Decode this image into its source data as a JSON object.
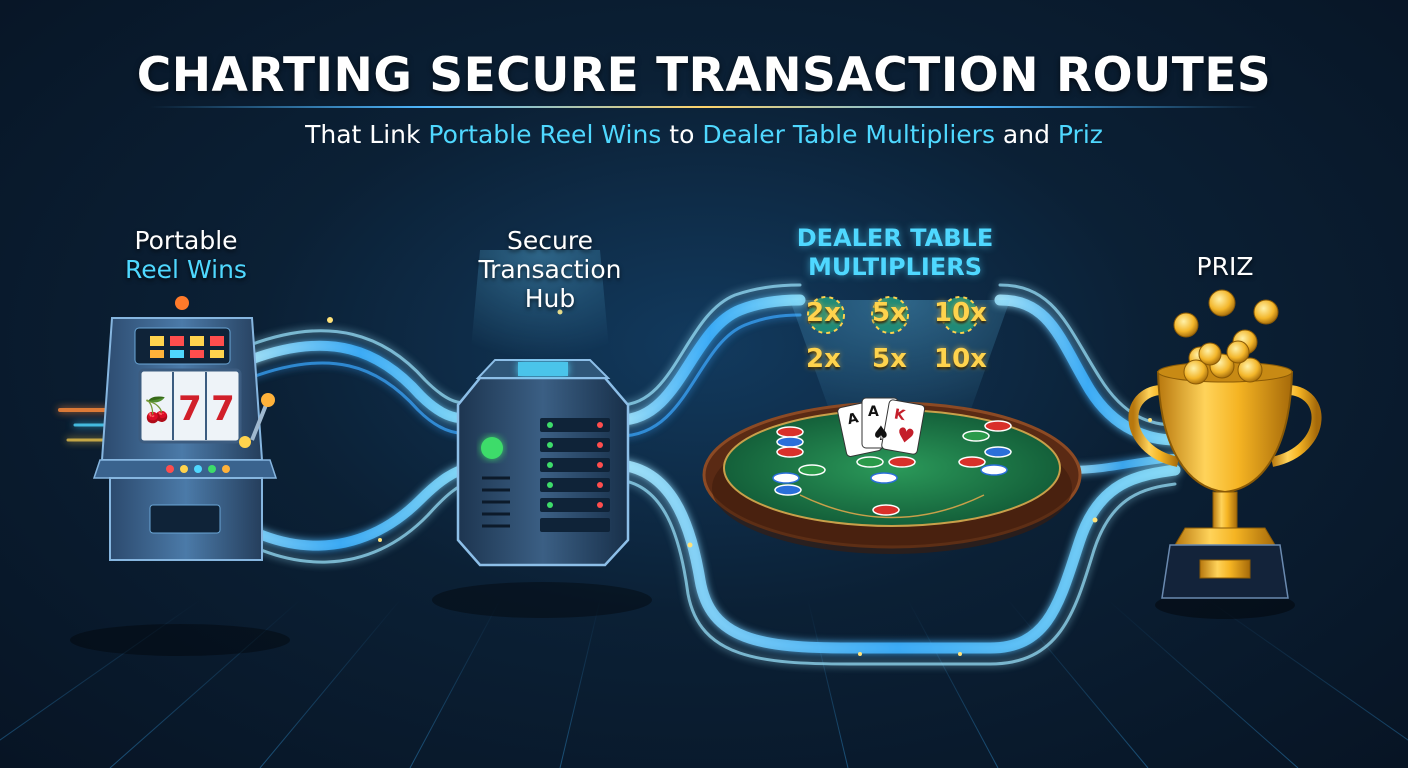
{
  "header": {
    "title": "CHARTING SECURE TRANSACTION ROUTES",
    "subtitle_parts": {
      "p1": "That Link ",
      "h1": "Portable Reel Wins",
      "p2": " to ",
      "h2": "Dealer Table Multipliers",
      "p3": " and ",
      "h3": "Priz"
    }
  },
  "nodes": {
    "slot": {
      "line1": "Portable",
      "line2": "Reel Wins",
      "reel_symbols": [
        "🍒",
        "7",
        "7"
      ]
    },
    "hub": {
      "line1": "Secure",
      "line2": "Transaction",
      "line3": "Hub"
    },
    "dealer": {
      "line1": "DEALER TABLE",
      "line2": "MULTIPLIERS",
      "multipliers_row1": [
        "2x",
        "5x",
        "10x"
      ],
      "multipliers_row2": [
        "2x",
        "5x",
        "10x"
      ],
      "cards": [
        "A",
        "A",
        "K"
      ]
    },
    "prize": {
      "label": "PRIZ"
    }
  },
  "colors": {
    "accent": "#4fd8ff",
    "gold": "#ffd34d",
    "table_felt": "#1e7a45",
    "stream": "#5ac8ff"
  }
}
